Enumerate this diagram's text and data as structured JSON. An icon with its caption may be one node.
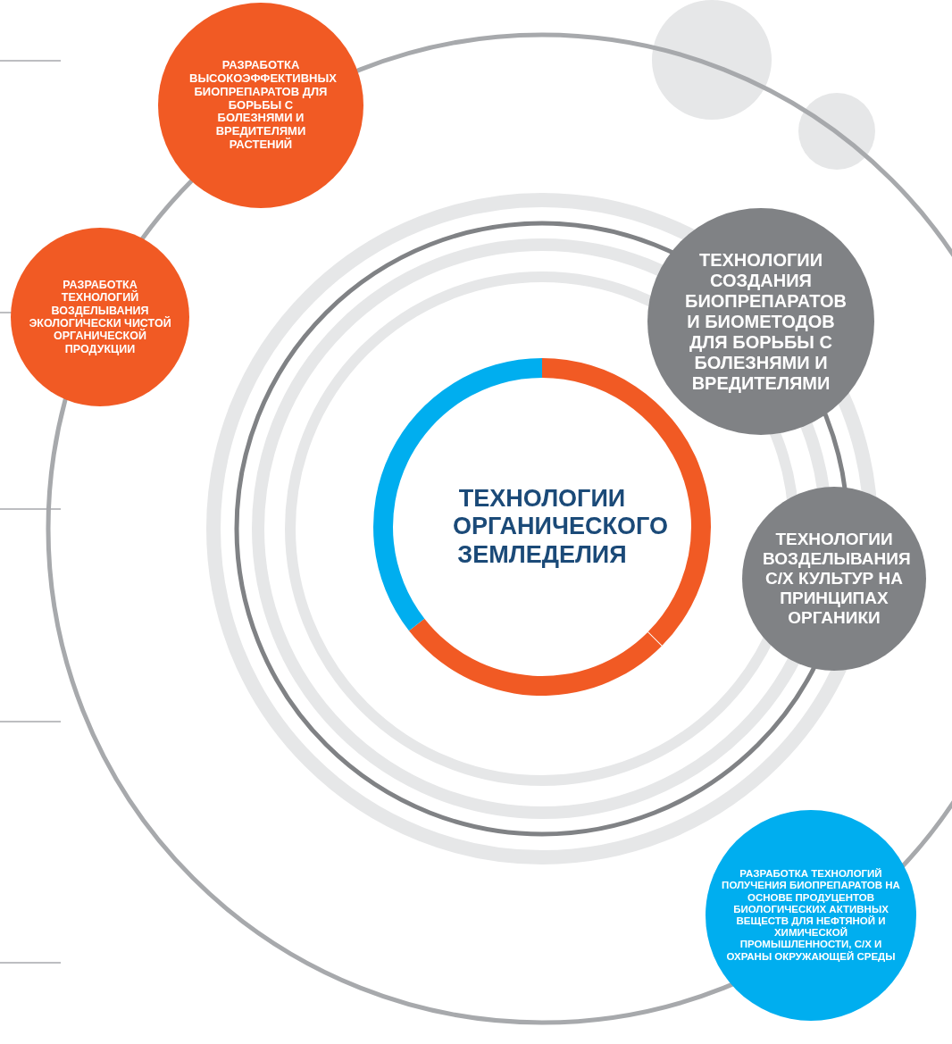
{
  "diagram": {
    "nodes": [
      {
        "text": [
          "ТЕХНОЛОГИИ ОРГАНИЧЕСКОГО ЗЕМЛЕДЕЛИЯ"
        ]
      },
      {
        "text": [
          "РАЗРАБОТКА ВЫСОКОЭФФЕКТИВНЫХ БИОПРЕПАРАТОВ ДЛЯ БОРЬБЫ С БОЛЕЗНЯМИ И ВРЕДИТЕЛЯМИ РАСТЕНИЙ"
        ]
      },
      {
        "text": [
          "РАЗРАБОТКА ТЕХНОЛОГИЙ ВОЗДЕЛЫВАНИЯ ЭКОЛОГИЧЕСКИ ЧИСТОЙ ОРГАНИЧЕСКОЙ ПРОДУКЦИИ"
        ]
      },
      {
        "text": [
          "ТЕХНОЛОГИИ СОЗДАНИЯ БИОПРЕПАРАТОВ И БИОМЕТОДОВ ДЛЯ БОРЬБЫ С БОЛЕЗНЯМИ И ВРЕДИТЕЛЯМИ"
        ]
      },
      {
        "text": [
          "ТЕХНОЛОГИИ ВОЗДЕЛЫВАНИЯ С/Х КУЛЬТУР НА ПРИНЦИПАХ ОРГАНИКИ"
        ]
      },
      {
        "text": [
          "РАЗРАБОТКА ТЕХНОЛОГИЙ ПОЛУЧЕНИЯ БИОПРЕПАРАТОВ НА ОСНОВЕ ПРОДУЦЕНТОВ БИОЛОГИЧЕСКИХ АКТИВНЫХ ВЕЩЕСТВ ДЛЯ НЕФТЯНОЙ И ХИМИЧЕСКОЙ ПРОМЫШЛЕННОСТИ, С/Х И ОХРАНЫ ОКРУЖАЮЩЕЙ СРЕДЫ"
        ]
      }
    ]
  }
}
